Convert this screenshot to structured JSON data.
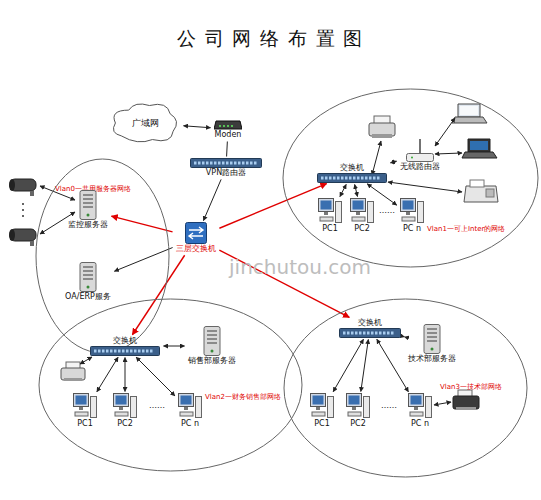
{
  "diagram": {
    "title": "公 司 网 络 布 置 图",
    "nodes": [
      {
        "text": [
          "Vlan0一共用服务器网络"
        ]
      },
      {
        "text": [
          "监控服务器"
        ],
        "in": 0
      },
      {
        "text": [
          "OA/ERP服务"
        ],
        "in": 0
      },
      {
        "text": [
          "广域网"
        ]
      },
      {
        "text": [
          "Moden"
        ]
      },
      {
        "text": [
          "VPN路由器"
        ]
      },
      {
        "text": [
          "三层交换机"
        ]
      },
      {
        "text": [
          "Vlan1一可上Inter的网络"
        ]
      },
      {
        "text": [
          "交换机"
        ],
        "in": 7
      },
      {
        "text": [
          "无线路由器"
        ],
        "in": 7
      },
      {
        "text": [
          "PC1"
        ],
        "in": 7
      },
      {
        "text": [
          "PC2"
        ],
        "in": 7
      },
      {
        "text": [
          "PC n"
        ],
        "in": 7
      },
      {
        "text": [
          "Vlan2一财务销售部网络"
        ]
      },
      {
        "text": [
          "交换机"
        ],
        "in": 13
      },
      {
        "text": [
          "销售部服务器"
        ],
        "in": 13
      },
      {
        "text": [
          "PC1"
        ],
        "in": 13
      },
      {
        "text": [
          "PC2"
        ],
        "in": 13
      },
      {
        "text": [
          "PC n"
        ],
        "in": 13
      },
      {
        "text": [
          "Vlan3一技术部网络"
        ]
      },
      {
        "text": [
          "交换机"
        ],
        "in": 19
      },
      {
        "text": [
          "技术部服务器"
        ],
        "in": 19
      },
      {
        "text": [
          "PC1"
        ],
        "in": 19
      },
      {
        "text": [
          "PC2"
        ],
        "in": 19
      },
      {
        "text": [
          "PC n"
        ],
        "in": 19
      }
    ],
    "edges": [
      {
        "from": 3,
        "to": 4,
        "arrow": "both"
      },
      {
        "from": 4,
        "to": 5,
        "arrow": "none"
      },
      {
        "from": 5,
        "to": 6,
        "arrow": "to"
      },
      {
        "from": 6,
        "to": 1,
        "arrow": "to"
      },
      {
        "from": 6,
        "to": 2,
        "arrow": "to"
      },
      {
        "from": 6,
        "to": 8,
        "arrow": "to"
      },
      {
        "from": 6,
        "to": 14,
        "arrow": "to"
      },
      {
        "from": 6,
        "to": 20,
        "arrow": "to"
      },
      {
        "from": 8,
        "to": 9,
        "arrow": "both"
      },
      {
        "from": 8,
        "to": 10,
        "arrow": "both"
      },
      {
        "from": 8,
        "to": 11,
        "arrow": "both"
      },
      {
        "from": 8,
        "to": 12,
        "arrow": "both"
      },
      {
        "from": 14,
        "to": 15,
        "arrow": "both"
      },
      {
        "from": 14,
        "to": 16,
        "arrow": "both"
      },
      {
        "from": 14,
        "to": 17,
        "arrow": "both"
      },
      {
        "from": 14,
        "to": 18,
        "arrow": "both"
      },
      {
        "from": 20,
        "to": 21,
        "arrow": "both"
      },
      {
        "from": 20,
        "to": 22,
        "arrow": "both"
      },
      {
        "from": 20,
        "to": 23,
        "arrow": "both"
      },
      {
        "from": 20,
        "to": 24,
        "arrow": "both"
      }
    ],
    "labels": [
      "……",
      "……",
      "……",
      "jinchutou.com"
    ]
  }
}
